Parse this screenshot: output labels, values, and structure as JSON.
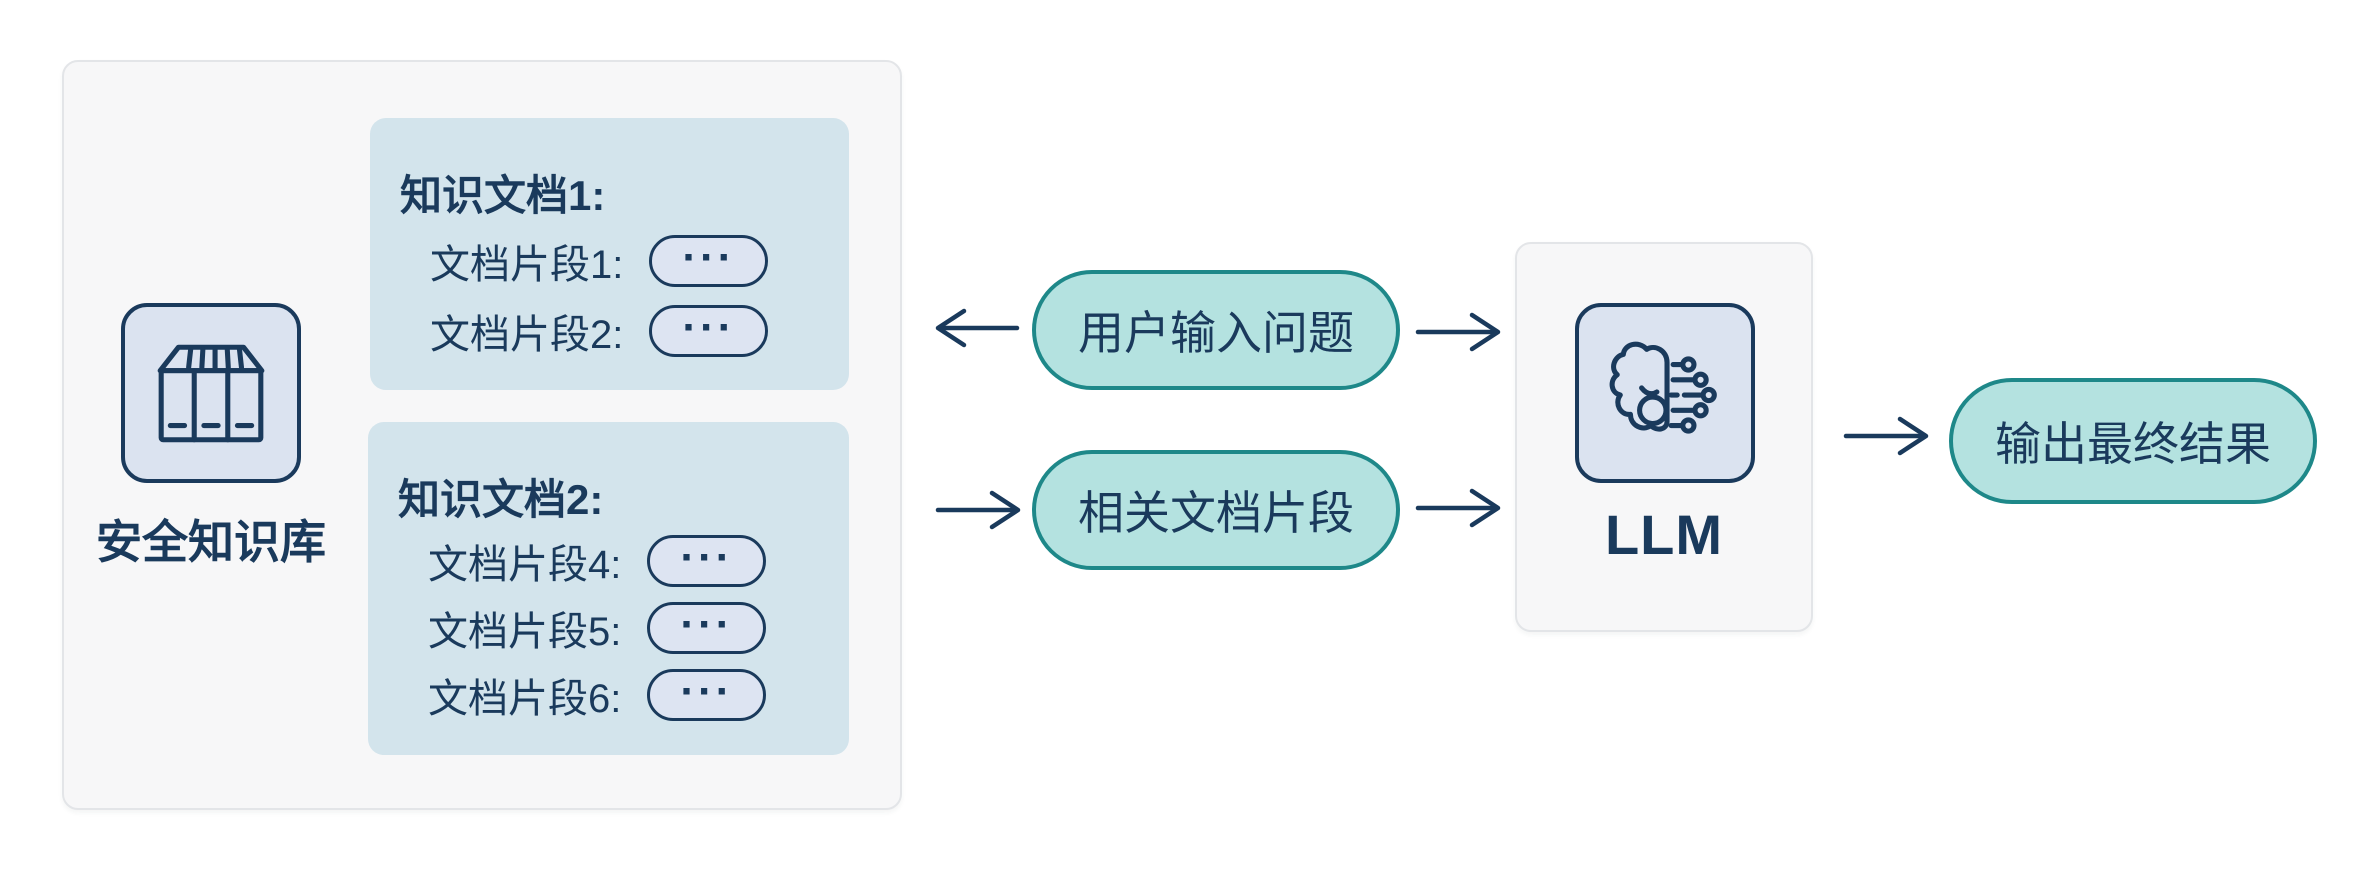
{
  "knowledge_base": {
    "label": "安全知识库",
    "icon": "library-books-icon",
    "documents": [
      {
        "title": "知识文档1:",
        "fragments": [
          {
            "label": "文档片段1:",
            "value": "···"
          },
          {
            "label": "文档片段2:",
            "value": "···"
          }
        ]
      },
      {
        "title": "知识文档2:",
        "fragments": [
          {
            "label": "文档片段4:",
            "value": "···"
          },
          {
            "label": "文档片段5:",
            "value": "···"
          },
          {
            "label": "文档片段6:",
            "value": "···"
          }
        ]
      }
    ]
  },
  "llm": {
    "label": "LLM",
    "icon": "brain-circuit-icon"
  },
  "pills": {
    "user_query": "用户输入问题",
    "related_fragments": "相关文档片段",
    "output": "输出最终结果"
  },
  "arrows": [
    {
      "name": "arrow-query-to-kb",
      "direction": "left",
      "from": "user_query",
      "to": "knowledge_base"
    },
    {
      "name": "arrow-query-to-llm",
      "direction": "right",
      "from": "user_query",
      "to": "llm"
    },
    {
      "name": "arrow-kb-to-fragments",
      "direction": "right",
      "from": "knowledge_base",
      "to": "related_fragments"
    },
    {
      "name": "arrow-fragments-to-llm",
      "direction": "right",
      "from": "related_fragments",
      "to": "llm"
    },
    {
      "name": "arrow-llm-to-output",
      "direction": "right",
      "from": "llm",
      "to": "output"
    }
  ],
  "colors": {
    "navy": "#1a3a5c",
    "teal_border": "#1e8889",
    "teal_fill": "#b4e2e0",
    "doc_card_fill": "#d3e4ec",
    "icon_tile_fill": "#dbe3f0",
    "fragment_pill_fill": "#dde4f2",
    "panel_fill": "#f7f7f8",
    "panel_border": "#e3e5e8"
  }
}
